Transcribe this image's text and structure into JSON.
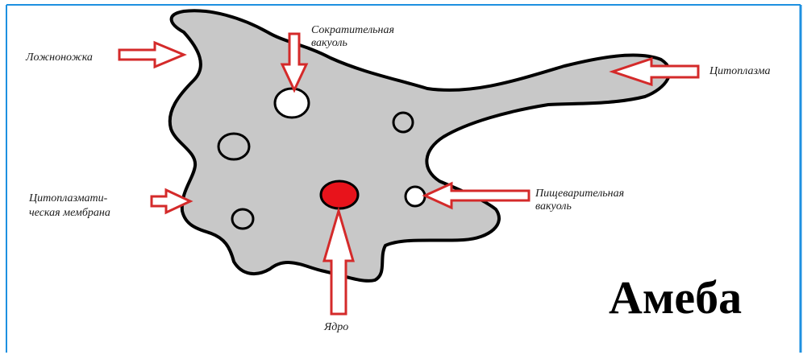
{
  "title": "Амеба",
  "labels": {
    "pseudopod": "Ложноножка",
    "contractile_vacuole_line1": "Сократительная",
    "contractile_vacuole_line2": "вакуоль",
    "cytoplasm": "Цитоплазма",
    "membrane_line1": "Цитоплазмати-",
    "membrane_line2": "ческая мембрана",
    "digestive_vacuole_line1": "Пищеварительная",
    "digestive_vacuole_line2": "вакуоль",
    "nucleus": "Ядро"
  },
  "colors": {
    "frame": "#1e90e0",
    "cell_fill": "#c8c8c8",
    "outline": "#000000",
    "arrow": "#d42a2a",
    "nucleus": "#e8131b"
  }
}
